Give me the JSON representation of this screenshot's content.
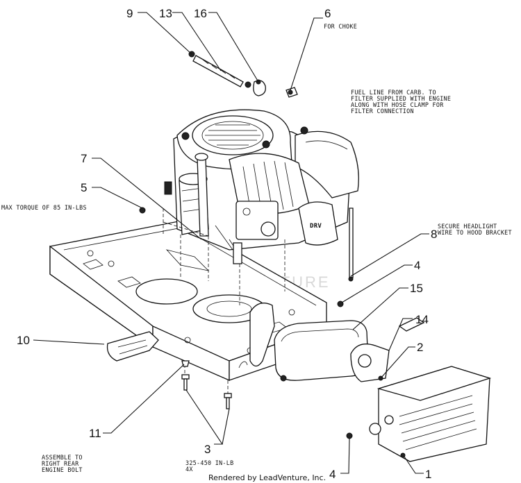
{
  "callouts": {
    "c1": "1",
    "c2": "2",
    "c3": "3",
    "c4a": "4",
    "c4b": "4",
    "c5": "5",
    "c6": "6",
    "c7": "7",
    "c8": "8",
    "c9": "9",
    "c10": "10",
    "c11": "11",
    "c13": "13",
    "c14": "14",
    "c15": "15",
    "c16": "16"
  },
  "notes": {
    "choke": "FOR CHOKE",
    "fuel_line": [
      "FUEL LINE FROM CARB. TO",
      "FILTER SUPPLIED WITH ENGINE",
      "ALONG WITH HOSE CLAMP FOR",
      "FILTER CONNECTION"
    ],
    "max_torque": "MAX TORQUE OF 85 IN-LBS",
    "headlight": [
      "SECURE HEADLIGHT",
      "WIRE TO HOOD BRACKET"
    ],
    "assemble": [
      "ASSEMBLE TO",
      "RIGHT REAR",
      "ENGINE BOLT"
    ],
    "torque_spec": [
      "325-450 IN-LB",
      "4X"
    ]
  },
  "credit": "Rendered by LeadVenture, Inc.",
  "watermark": "LEADVENTURE"
}
